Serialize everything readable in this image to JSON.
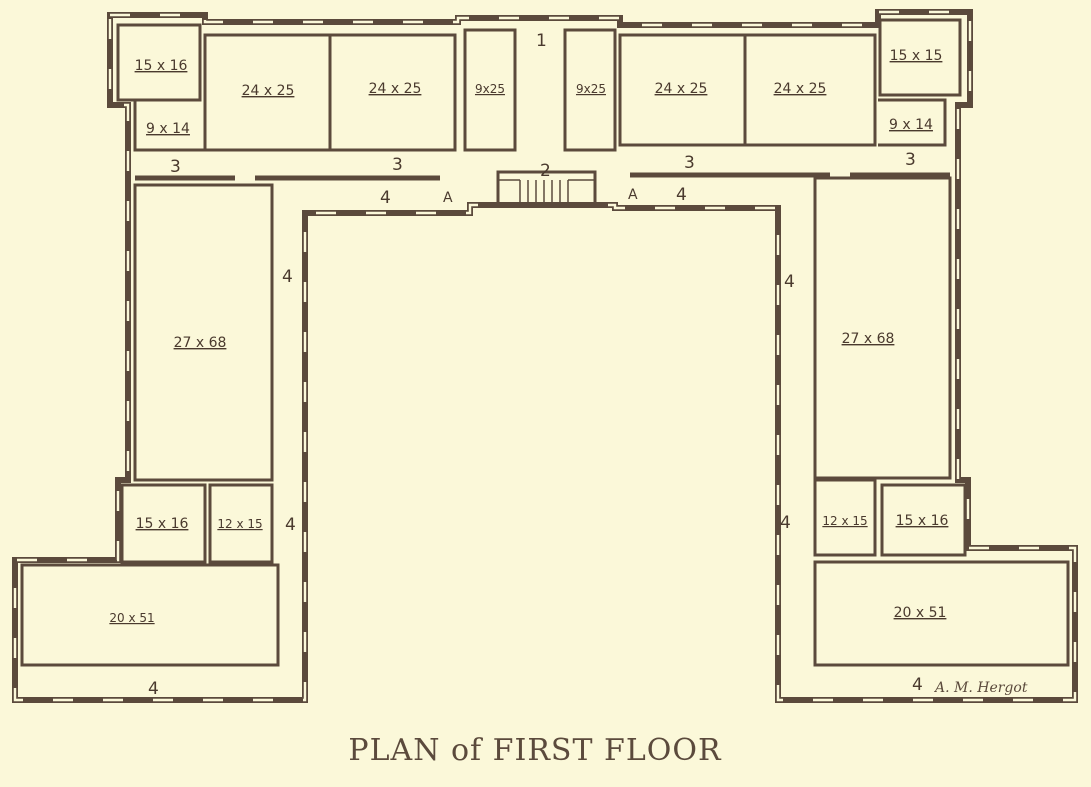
{
  "plan": {
    "title": "PLAN of FIRST FLOOR",
    "signature": "A. M. Hergot",
    "rooms": {
      "nw_corner": "15 x 16",
      "nw_small": "9 x 14",
      "north_1": "24 x 25",
      "north_2": "24 x 25",
      "north_3": "9x25",
      "north_4": "9x25",
      "north_5": "24 x 25",
      "north_6": "24 x 25",
      "ne_corner": "15 x 15",
      "ne_small": "9 x 14",
      "west_long": "27 x 68",
      "east_long": "27 x 68",
      "sw_1": "15 x 16",
      "sw_2": "12 x 15",
      "se_1": "12 x 15",
      "se_2": "15 x 16",
      "sw_wing": "20 x 51",
      "se_wing": "20 x 51"
    },
    "markers": {
      "entrance": "1",
      "stair": "2",
      "corridor": "3",
      "veranda": "4",
      "alcove": "A"
    }
  }
}
